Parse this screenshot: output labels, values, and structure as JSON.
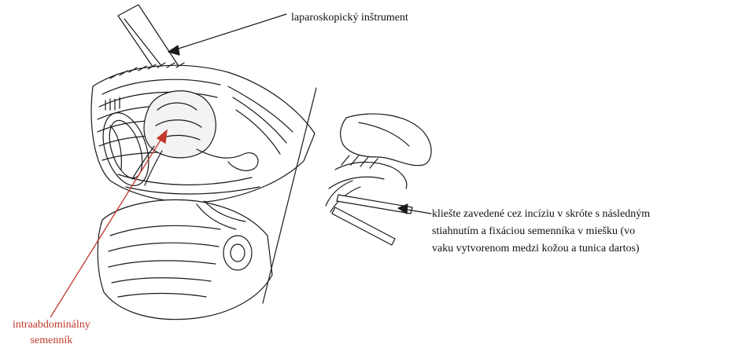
{
  "labels": {
    "instrument": "laparoskopický inštrument",
    "forceps": [
      "kliešte zavedené cez incíziu v skróte s následným",
      "stiahnutím a fixáciou semenníka v miešku (vo",
      "vaku vytvorenom medzi kožou a tunica dartos)"
    ],
    "testis": [
      "intraabdominálny",
      "semenník"
    ]
  },
  "colors": {
    "ink": "#1a1a1a",
    "accent_red": "#c0392b",
    "highlight": "#f3f3f3"
  }
}
